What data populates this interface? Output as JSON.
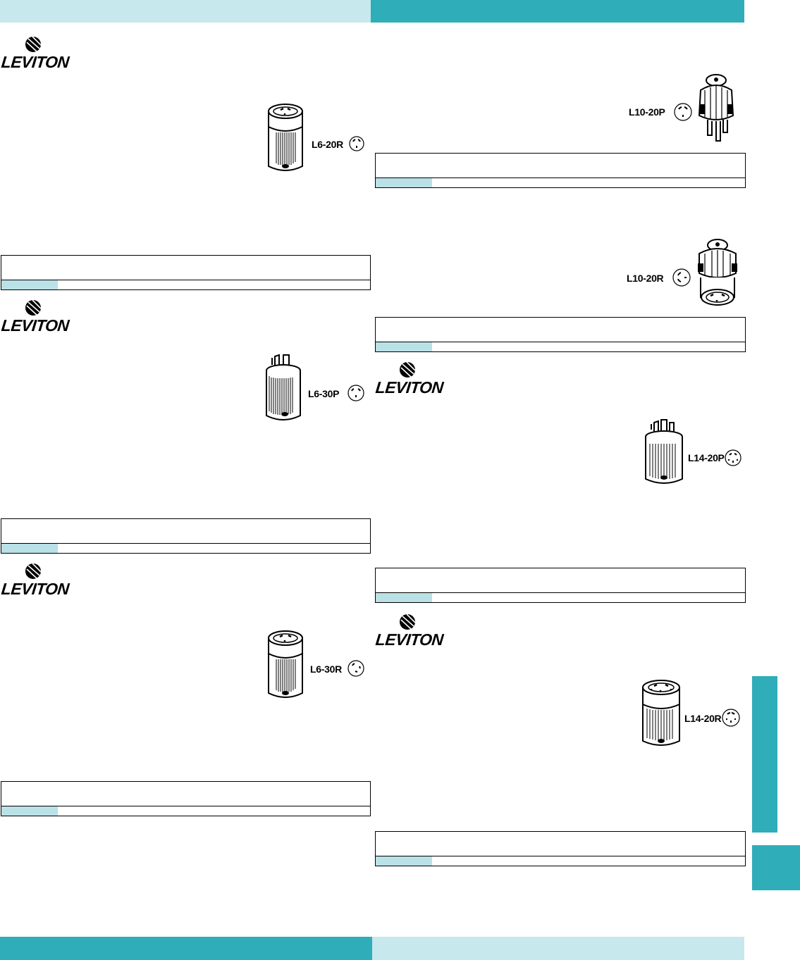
{
  "colors": {
    "teal": "#2fadb9",
    "light_teal": "#c7e8ec",
    "table_strip": "#b9e1e6"
  },
  "brand": {
    "logo_text": "LEVITON",
    "logo_icon": "leviton-globe-icon"
  },
  "products": [
    {
      "id": "l6-20r",
      "model": "L6-20R",
      "kind": "receptacle",
      "icon": "locking-receptacle-3-prong-icon"
    },
    {
      "id": "l6-30p",
      "model": "L6-30P",
      "kind": "plug",
      "icon": "locking-plug-3-blade-icon"
    },
    {
      "id": "l6-30r",
      "model": "L6-30R",
      "kind": "receptacle",
      "icon": "locking-receptacle-3-prong-icon"
    },
    {
      "id": "l10-20p",
      "model": "L10-20P",
      "kind": "plug",
      "icon": "locking-plug-3-blade-icon"
    },
    {
      "id": "l10-20r",
      "model": "L10-20R",
      "kind": "receptacle",
      "icon": "locking-receptacle-3-prong-icon"
    },
    {
      "id": "l14-20p",
      "model": "L14-20P",
      "kind": "plug",
      "icon": "locking-plug-4-blade-icon"
    },
    {
      "id": "l14-20r",
      "model": "L14-20R",
      "kind": "receptacle",
      "icon": "locking-receptacle-4-prong-icon"
    }
  ]
}
